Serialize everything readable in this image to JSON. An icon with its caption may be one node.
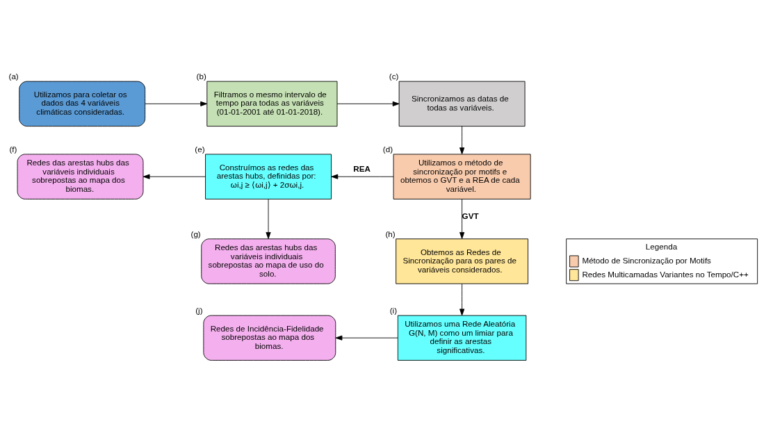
{
  "diagram": {
    "nodes": [
      {
        "text": [
          "Utilizamos para coletar os dados das 4 variáveis climáticas consideradas."
        ],
        "beside": [
          "(a)"
        ]
      },
      {
        "text": [
          "Filtramos o mesmo intervalo de tempo para todas as variáveis (01-01-2001 até 01-01-2018)."
        ],
        "beside": [
          "(b)"
        ]
      },
      {
        "text": [
          "Sincronizamos as datas de todas as variáveis."
        ],
        "beside": [
          "(c)"
        ]
      },
      {
        "text": [
          "Utilizamos o método de sincronização por motifs e obtemos o GVT e a REA de cada variável."
        ],
        "beside": [
          "(d)"
        ]
      },
      {
        "text": [
          "Construímos as redes das arestas hubs, definidas por: ωi,j ≥ ⟨ωi,j⟩ + 2σωi,j."
        ],
        "beside": [
          "(e)"
        ]
      },
      {
        "text": [
          "Redes das arestas hubs das variáveis individuais sobrepostas ao mapa dos biomas."
        ],
        "beside": [
          "(f)"
        ]
      },
      {
        "text": [
          "Redes das arestas hubs das variáveis individuais sobrepostas ao mapa de uso do solo."
        ],
        "beside": [
          "(g)"
        ]
      },
      {
        "text": [
          "Obtemos as Redes de Sincronização para os pares de variáveis considerados."
        ],
        "beside": [
          "(h)"
        ]
      },
      {
        "text": [
          "Utilizamos uma Rede Aleatória G(N, M) como um limiar para definir as arestas significativas."
        ],
        "beside": [
          "(i)"
        ]
      },
      {
        "text": [
          "Redes de Incidência-Fidelidade sobrepostas ao mapa dos biomas."
        ],
        "beside": [
          "(j)"
        ]
      }
    ],
    "edges": [
      {
        "from": 0,
        "to": 1,
        "arrow": "to"
      },
      {
        "from": 1,
        "to": 2,
        "arrow": "to"
      },
      {
        "from": 2,
        "to": 3,
        "arrow": "to"
      },
      {
        "from": 3,
        "to": 4,
        "arrow": "to",
        "label": "REA"
      },
      {
        "from": 4,
        "to": 5,
        "arrow": "to"
      },
      {
        "from": 4,
        "to": 6,
        "arrow": "to"
      },
      {
        "from": 3,
        "to": 7,
        "arrow": "to",
        "label": "GVT"
      },
      {
        "from": 7,
        "to": 8,
        "arrow": "to"
      },
      {
        "from": 8,
        "to": 9,
        "arrow": "to"
      }
    ],
    "labels": [
      "Legenda"
    ],
    "legend": [
      {
        "text": "Método de Sincronização por Motifs",
        "color": "#f8cbad"
      },
      {
        "text": "Redes Multicamadas Variantes no Tempo/C++",
        "color": "#ffe699"
      }
    ]
  }
}
